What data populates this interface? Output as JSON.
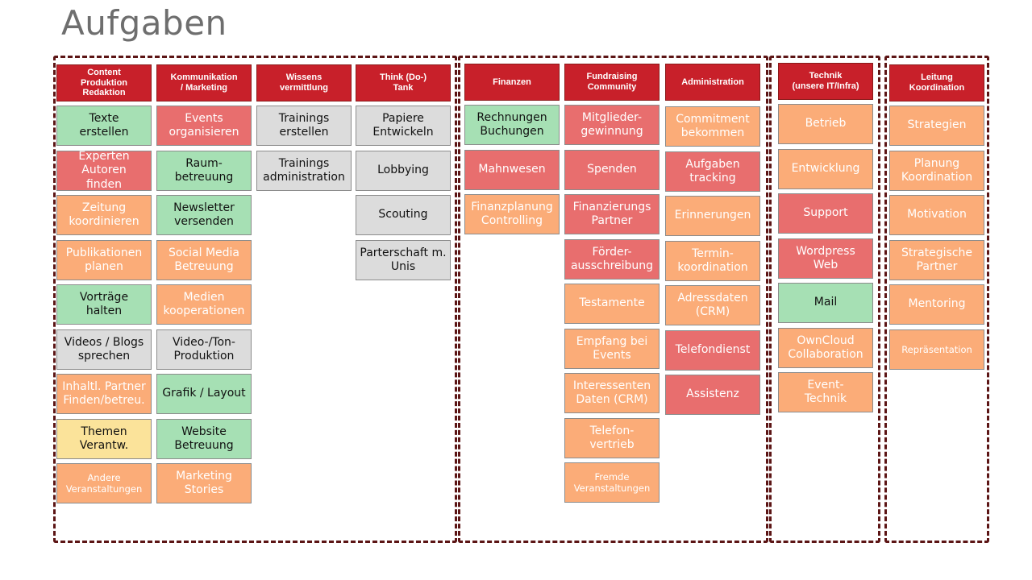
{
  "title": "Aufgaben",
  "colors": {
    "header": "#c8202a",
    "border": "#5c1515",
    "green": "#a6e0b4",
    "red": "#e86e6e",
    "orange": "#fbac78",
    "gray": "#dcdcdc",
    "yellow": "#fbe39a"
  },
  "columns": [
    {
      "id": "content",
      "header": "Content\nProduktion\nRedaktion",
      "cards": [
        {
          "label": "Texte\nerstellen",
          "color": "green"
        },
        {
          "label": "Experten\nAutoren\nfinden",
          "color": "red"
        },
        {
          "label": "Zeitung\nkoordinieren",
          "color": "orange"
        },
        {
          "label": "Publikationen\nplanen",
          "color": "orange"
        },
        {
          "label": "Vorträge\nhalten",
          "color": "green"
        },
        {
          "label": "Videos / Blogs\nsprechen",
          "color": "gray"
        },
        {
          "label": "Inhaltl. Partner\nFinden/betreu.",
          "color": "orange"
        },
        {
          "label": "Themen\nVerantw.",
          "color": "yellow"
        },
        {
          "label": "Andere\nVeranstaltungen",
          "color": "orange",
          "small": true
        }
      ]
    },
    {
      "id": "kommunikation",
      "header": "Kommunikation\n/ Marketing",
      "cards": [
        {
          "label": "Events\norganisieren",
          "color": "red"
        },
        {
          "label": "Raum-\nbetreuung",
          "color": "green"
        },
        {
          "label": "Newsletter\nversenden",
          "color": "green"
        },
        {
          "label": "Social Media\nBetreuung",
          "color": "orange"
        },
        {
          "label": "Medien\nkooperationen",
          "color": "orange"
        },
        {
          "label": "Video-/Ton-\nProduktion",
          "color": "gray"
        },
        {
          "label": "Grafik / Layout",
          "color": "green"
        },
        {
          "label": "Website\nBetreuung",
          "color": "green"
        },
        {
          "label": "Marketing\nStories",
          "color": "orange"
        }
      ]
    },
    {
      "id": "wissen",
      "header": "Wissens\nvermittlung",
      "cards": [
        {
          "label": "Trainings\nerstellen",
          "color": "gray"
        },
        {
          "label": "Trainings\nadministration",
          "color": "gray"
        }
      ]
    },
    {
      "id": "think",
      "header": "Think (Do-)\nTank",
      "cards": [
        {
          "label": "Papiere\nEntwickeln",
          "color": "gray"
        },
        {
          "label": "Lobbying",
          "color": "gray"
        },
        {
          "label": "Scouting",
          "color": "gray"
        },
        {
          "label": "Parterschaft m.\nUnis",
          "color": "gray"
        }
      ]
    },
    {
      "id": "finanzen",
      "header": "Finanzen",
      "cards": [
        {
          "label": "Rechnungen\nBuchungen",
          "color": "green"
        },
        {
          "label": "Mahnwesen",
          "color": "red"
        },
        {
          "label": "Finanzplanung\nControlling",
          "color": "orange"
        }
      ]
    },
    {
      "id": "fundraising",
      "header": "Fundraising\nCommunity",
      "cards": [
        {
          "label": "Mitglieder-\ngewinnung",
          "color": "red"
        },
        {
          "label": "Spenden",
          "color": "red"
        },
        {
          "label": "Finanzierungs\nPartner",
          "color": "red"
        },
        {
          "label": "Förder-\nausschreibung",
          "color": "red"
        },
        {
          "label": "Testamente",
          "color": "orange"
        },
        {
          "label": "Empfang bei\nEvents",
          "color": "orange"
        },
        {
          "label": "Interessenten\nDaten (CRM)",
          "color": "orange"
        },
        {
          "label": "Telefon-\nvertrieb",
          "color": "orange"
        },
        {
          "label": "Fremde\nVeranstaltungen",
          "color": "orange",
          "small": true
        }
      ]
    },
    {
      "id": "administration",
      "header": "Administration",
      "cards": [
        {
          "label": "Commitment\nbekommen",
          "color": "orange"
        },
        {
          "label": "Aufgaben\ntracking",
          "color": "red"
        },
        {
          "label": "Erinnerungen",
          "color": "orange"
        },
        {
          "label": "Termin-\nkoordination",
          "color": "orange"
        },
        {
          "label": "Adressdaten\n(CRM)",
          "color": "orange"
        },
        {
          "label": "Telefondienst",
          "color": "red"
        },
        {
          "label": "Assistenz",
          "color": "red"
        }
      ]
    },
    {
      "id": "technik",
      "header": "Technik\n(unsere IT/Infra)",
      "cards": [
        {
          "label": "Betrieb",
          "color": "orange"
        },
        {
          "label": "Entwicklung",
          "color": "orange"
        },
        {
          "label": "Support",
          "color": "red"
        },
        {
          "label": "Wordpress\nWeb",
          "color": "red"
        },
        {
          "label": "Mail",
          "color": "green"
        },
        {
          "label": "OwnCloud\nCollaboration",
          "color": "orange"
        },
        {
          "label": "Event-\nTechnik",
          "color": "orange"
        }
      ]
    },
    {
      "id": "leitung",
      "header": "Leitung\nKoordination",
      "cards": [
        {
          "label": "Strategien",
          "color": "orange"
        },
        {
          "label": "Planung\nKoordination",
          "color": "orange"
        },
        {
          "label": "Motivation",
          "color": "orange"
        },
        {
          "label": "Strategische\nPartner",
          "color": "orange"
        },
        {
          "label": "Mentoring",
          "color": "orange"
        },
        {
          "label": "Repräsentation",
          "color": "orange",
          "small": true
        }
      ]
    }
  ]
}
